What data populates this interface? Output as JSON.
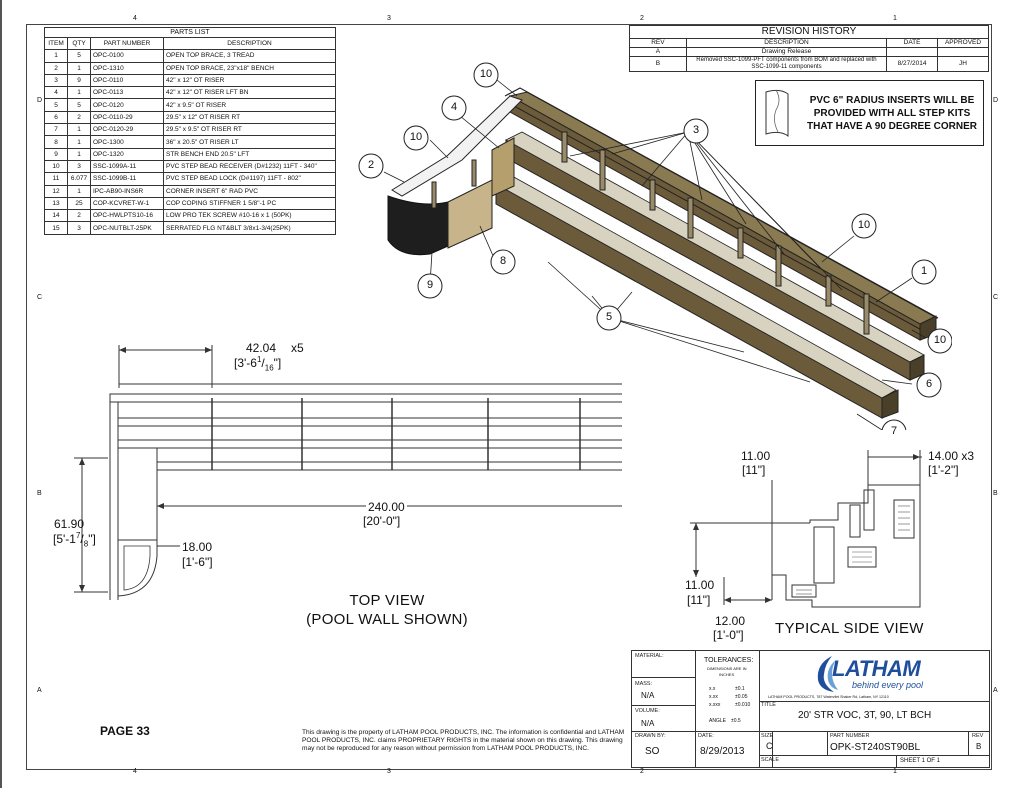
{
  "border": {
    "top_zones": [
      "4",
      "3",
      "2",
      "1"
    ],
    "bottom_zones": [
      "4",
      "3",
      "2",
      "1"
    ],
    "left_zones": [
      "D",
      "C",
      "B",
      "A"
    ],
    "right_zones": [
      "D",
      "C",
      "B",
      "A"
    ]
  },
  "parts_list": {
    "title": "PARTS LIST",
    "headers": [
      "ITEM",
      "QTY",
      "PART NUMBER",
      "DESCRIPTION"
    ],
    "rows": [
      [
        "1",
        "5",
        "OPC-0100",
        "OPEN TOP BRACE, 3 TREAD"
      ],
      [
        "2",
        "1",
        "OPC-1310",
        "OPEN TOP BRACE, 23\"x18\" BENCH"
      ],
      [
        "3",
        "9",
        "OPC-0110",
        "42\" x 12\" OT RISER"
      ],
      [
        "4",
        "1",
        "OPC-0113",
        "42\" x 12\" OT RISER LFT BN"
      ],
      [
        "5",
        "5",
        "OPC-0120",
        "42\" x 9.5\" OT RISER"
      ],
      [
        "6",
        "2",
        "OPC-0110-29",
        "29.5\" x 12\" OT RISER RT"
      ],
      [
        "7",
        "1",
        "OPC-0120-29",
        "29.5\" x 9.5\" OT RISER RT"
      ],
      [
        "8",
        "1",
        "OPC-1300",
        "36\" x 20.5\" OT RISER LT"
      ],
      [
        "9",
        "1",
        "OPC-1320",
        "STR BENCH END 20.5\" LFT"
      ],
      [
        "10",
        "3",
        "SSC-1099A-11",
        "PVC STEP BEAD RECEIVER (D#1232) 11FT - 340\""
      ],
      [
        "11",
        "6.077",
        "SSC-1099B-11",
        "PVC STEP BEAD LOCK (D#1197) 11FT - 802\""
      ],
      [
        "12",
        "1",
        "IPC-AB90-INS6R",
        "CORNER INSERT 6\" RAD PVC"
      ],
      [
        "13",
        "25",
        "COP-KCVRET-W-1",
        "COP COPING STIFFNER 1 5/8\"-1 PC"
      ],
      [
        "14",
        "2",
        "OPC-HWLPTS10-16",
        "LOW PRO TEK SCREW #10-16 x 1 (50PK)"
      ],
      [
        "15",
        "3",
        "OPC-NUTBLT-25PK",
        "SERRATED FLG NT&BLT 3/8x1-3/4(25PK)"
      ]
    ]
  },
  "revision_history": {
    "title": "REVISION HISTORY",
    "headers": [
      "REV",
      "DESCRIPTION",
      "DATE",
      "APPROVED"
    ],
    "rows": [
      [
        "A",
        "Drawing Release",
        "",
        ""
      ],
      [
        "B",
        "Removed SSC-1099-PFT components from BOM and replaced with SSC-1099-11 components",
        "8/27/2014",
        "JH"
      ]
    ]
  },
  "note": {
    "line1": "PVC 6\" RADIUS INSERTS WILL BE",
    "line2": "PROVIDED WITH ALL STEP KITS",
    "line3": "THAT HAVE A 90 DEGREE CORNER"
  },
  "balloons": [
    "10",
    "4",
    "10",
    "2",
    "3",
    "10",
    "1",
    "10",
    "6",
    "7",
    "5",
    "8",
    "9"
  ],
  "top_view": {
    "dim_spacing": "42.04",
    "dim_spacing_mult": "x5",
    "dim_spacing_imp": "[3'-6",
    "dim_spacing_frac_num": "1",
    "dim_spacing_frac_den": "16",
    "dim_spacing_close": "\"]",
    "dim_length": "240.00",
    "dim_length_imp": "[20'-0\"]",
    "dim_depth": "61.90",
    "dim_depth_imp": "[5'-1",
    "dim_depth_frac_num": "7",
    "dim_depth_frac_den": "8",
    "dim_depth_close": "\"]",
    "dim_bench": "18.00",
    "dim_bench_imp": "[1'-6\"]",
    "label1": "TOP VIEW",
    "label2": "(POOL WALL SHOWN)"
  },
  "side_view": {
    "dim_a": "11.00",
    "dim_a_imp": "[11\"]",
    "dim_b": "14.00 x3",
    "dim_b_imp": "[1'-2\"]",
    "dim_c": "11.00",
    "dim_c_imp": "[11\"]",
    "dim_d": "12.00",
    "dim_d_imp": "[1'-0\"]",
    "label": "TYPICAL SIDE VIEW"
  },
  "page_label": "PAGE 33",
  "title_block": {
    "material_label": "MATERIAL:",
    "tolerances_title": "TOLERANCES:",
    "tolerances_sub1": "DIMENSIONS ARE IN",
    "tolerances_sub2": "INCHES",
    "tol_x": "x.x",
    "tol_x_val": "±0.1",
    "tol_xx": "x.xx",
    "tol_xx_val": "±0.05",
    "tol_xxx": "x.xxx",
    "tol_xxx_val": "±0.010",
    "tol_angle": "ANGLE",
    "tol_angle_val": "±0.5",
    "mass_label": "MASS:",
    "mass_value": "N/A",
    "volume_label": "VOLUME:",
    "volume_value": "N/A",
    "drawn_label": "DRAWN BY:",
    "drawn_value": "SO",
    "date_label": "DATE:",
    "date_value": "8/29/2013",
    "size_label": "SIZE",
    "size_value": "C",
    "scale_label": "SCALE",
    "title_label": "TITLE",
    "title_value": "20' STR VOC, 3T, 90, LT BCH",
    "part_label": "PART NUMBER",
    "part_value": "OPK-ST240ST90BL",
    "rev_label": "REV",
    "rev_value": "B",
    "sheet_value": "SHEET 1  OF 1",
    "logo_text": "LATHAM",
    "logo_tagline": "behind every pool",
    "address": "LATHAM POOL PRODUCTS, 787 Watervliet Shaker Rd, Latham, NY 12110",
    "disclaimer": "This drawing is the property of LATHAM POOL PRODUCTS, INC. The information is confidential and LATHAM POOL PRODUCTS, INC. claims PROPRIETARY RIGHTS in the material shown on this drawing. This drawing may not be reproduced for any reason without permission from LATHAM POOL PRODUCTS, INC."
  },
  "colors": {
    "riser": "#6b5b3a",
    "riser_dark": "#3c3322",
    "bench_front": "#222222",
    "bench_side": "#c8b48a",
    "logo_blue": "#1f4e9c"
  }
}
